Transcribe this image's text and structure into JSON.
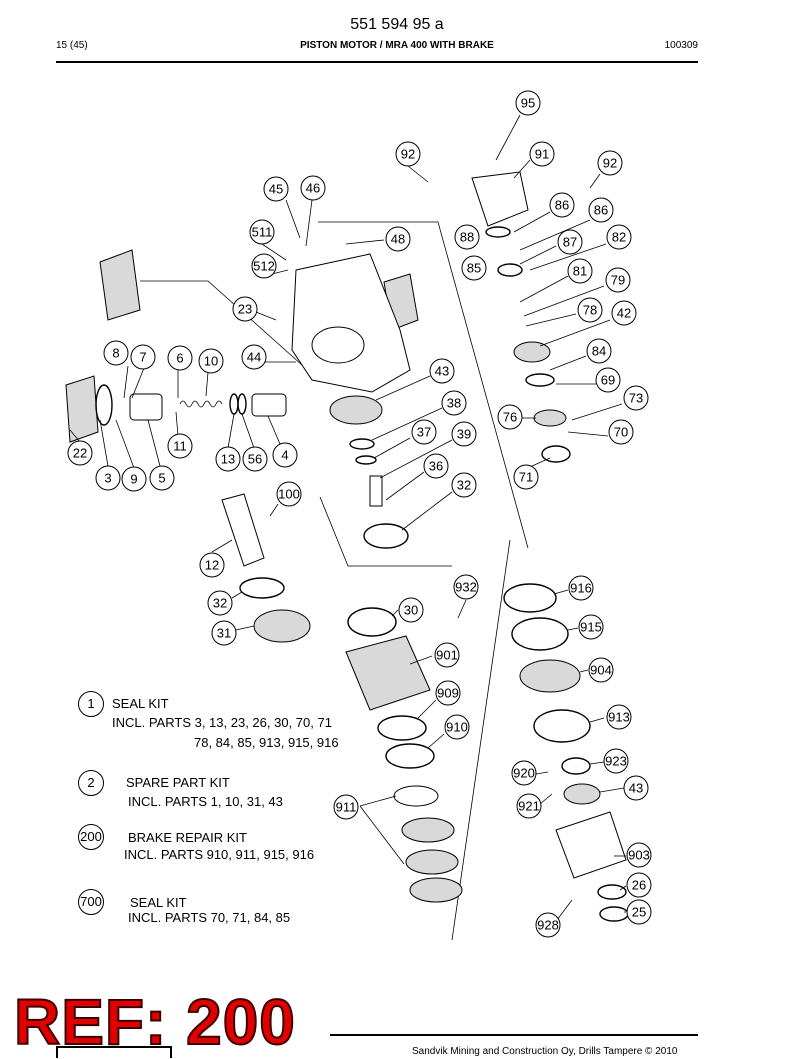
{
  "header": {
    "doc_code": "551 594 95 a",
    "page": "15 (45)",
    "title": "PISTON MOTOR / MRA 400 WITH BRAKE",
    "date": "100309"
  },
  "callouts": [
    "95",
    "92",
    "91",
    "92",
    "45",
    "46",
    "86",
    "86",
    "511",
    "48",
    "88",
    "87",
    "82",
    "512",
    "85",
    "81",
    "79",
    "23",
    "78",
    "42",
    "8",
    "7",
    "6",
    "10",
    "44",
    "84",
    "43",
    "69",
    "73",
    "38",
    "76",
    "70",
    "37",
    "39",
    "22",
    "11",
    "13",
    "56",
    "4",
    "36",
    "71",
    "3",
    "9",
    "5",
    "32",
    "100",
    "12",
    "932",
    "916",
    "32",
    "30",
    "915",
    "31",
    "901",
    "904",
    "909",
    "910",
    "913",
    "923",
    "920",
    "43",
    "921",
    "911",
    "903",
    "26",
    "25",
    "928"
  ],
  "kits": [
    {
      "number": "1",
      "name": "SEAL KIT",
      "line1": "INCL. PARTS 3, 13, 23, 26, 30, 70, 71",
      "line2": "78, 84, 85, 913, 915, 916"
    },
    {
      "number": "2",
      "name": "SPARE PART KIT",
      "line1": "INCL. PARTS 1, 10, 31, 43",
      "line2": ""
    },
    {
      "number": "200",
      "name": "BRAKE REPAIR KIT",
      "line1": "INCL. PARTS 910, 911, 915, 916",
      "line2": ""
    },
    {
      "number": "700",
      "name": "SEAL KIT",
      "line1": "INCL. PARTS 70, 71, 84, 85",
      "line2": ""
    }
  ],
  "stamp": "REF: 200",
  "footer": {
    "copyright": "Sandvik Mining and Construction Oy, Drills Tampere © 2010"
  }
}
